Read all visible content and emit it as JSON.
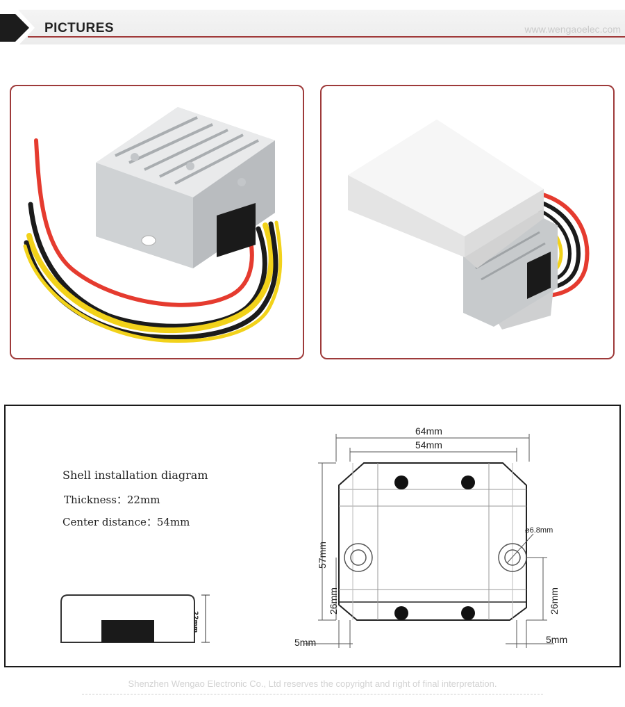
{
  "header": {
    "title": "PICTURES",
    "url": "www.wengaoelec.com"
  },
  "diagram": {
    "heading": "Shell installation diagram",
    "thickness": "Thickness：22mm",
    "center_distance": "Center distance：54mm",
    "dims": {
      "width_outer": "64mm",
      "width_inner": "54mm",
      "height": "57mm",
      "left_26": "26mm",
      "right_26": "26mm",
      "left_5": "5mm",
      "right_5": "5mm",
      "hole": "6.8mm",
      "side_22": "22mm"
    }
  },
  "footer": {
    "text": "Shenzhen Wengao Electronic Co., Ltd reserves the copyright and right of final interpretation."
  },
  "colors": {
    "accent": "#9e3a3a",
    "wire_red": "#e53b2f",
    "wire_yellow": "#f2d21a",
    "wire_black": "#1b1b1b"
  }
}
